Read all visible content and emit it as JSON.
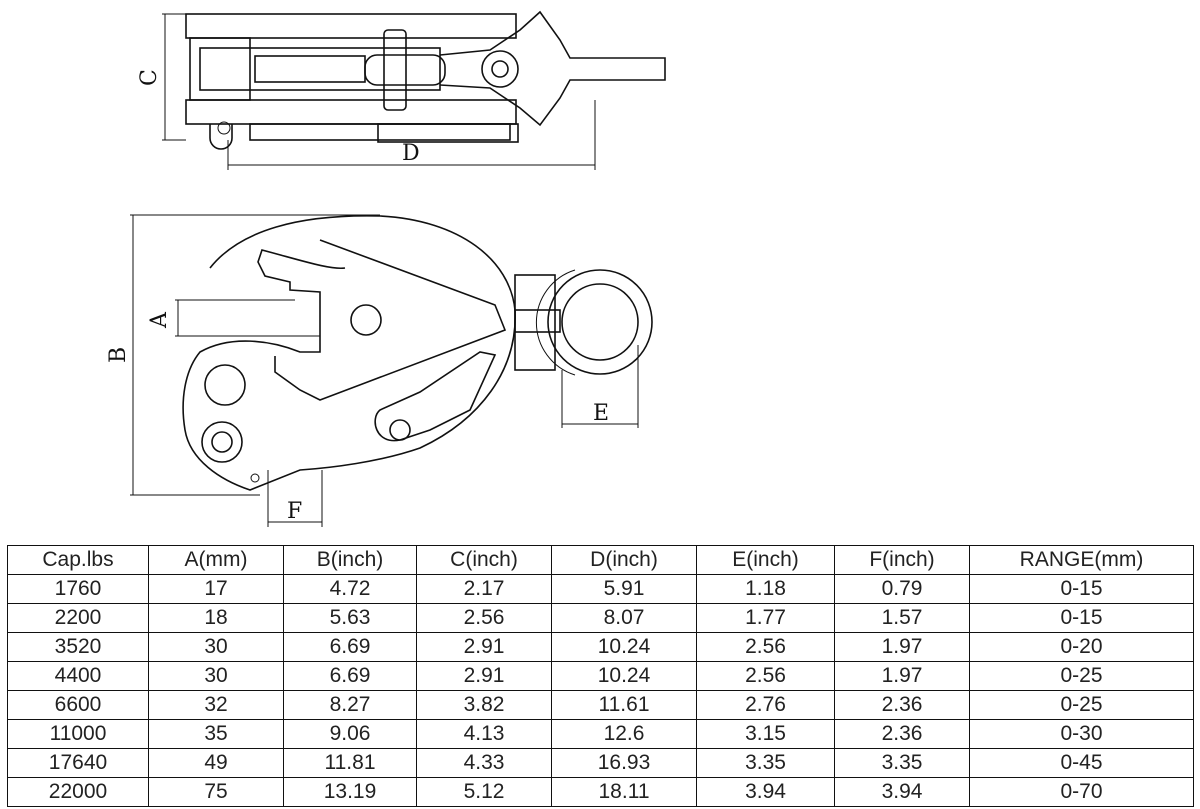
{
  "dimension_labels": {
    "A": "A",
    "B": "B",
    "C": "C",
    "D": "D",
    "E": "E",
    "F": "F"
  },
  "table": {
    "headers": [
      "Cap.lbs",
      "A(mm)",
      "B(inch)",
      "C(inch)",
      "D(inch)",
      "E(inch)",
      "F(inch)",
      "RANGE(mm)"
    ],
    "rows": [
      [
        "1760",
        "17",
        "4.72",
        "2.17",
        "5.91",
        "1.18",
        "0.79",
        "0-15"
      ],
      [
        "2200",
        "18",
        "5.63",
        "2.56",
        "8.07",
        "1.77",
        "1.57",
        "0-15"
      ],
      [
        "3520",
        "30",
        "6.69",
        "2.91",
        "10.24",
        "2.56",
        "1.97",
        "0-20"
      ],
      [
        "4400",
        "30",
        "6.69",
        "2.91",
        "10.24",
        "2.56",
        "1.97",
        "0-25"
      ],
      [
        "6600",
        "32",
        "8.27",
        "3.82",
        "11.61",
        "2.76",
        "2.36",
        "0-25"
      ],
      [
        "11000",
        "35",
        "9.06",
        "4.13",
        "12.6",
        "3.15",
        "2.36",
        "0-30"
      ],
      [
        "17640",
        "49",
        "11.81",
        "4.33",
        "16.93",
        "3.35",
        "3.35",
        "0-45"
      ],
      [
        "22000",
        "75",
        "13.19",
        "5.12",
        "18.11",
        "3.94",
        "3.94",
        "0-70"
      ]
    ]
  }
}
